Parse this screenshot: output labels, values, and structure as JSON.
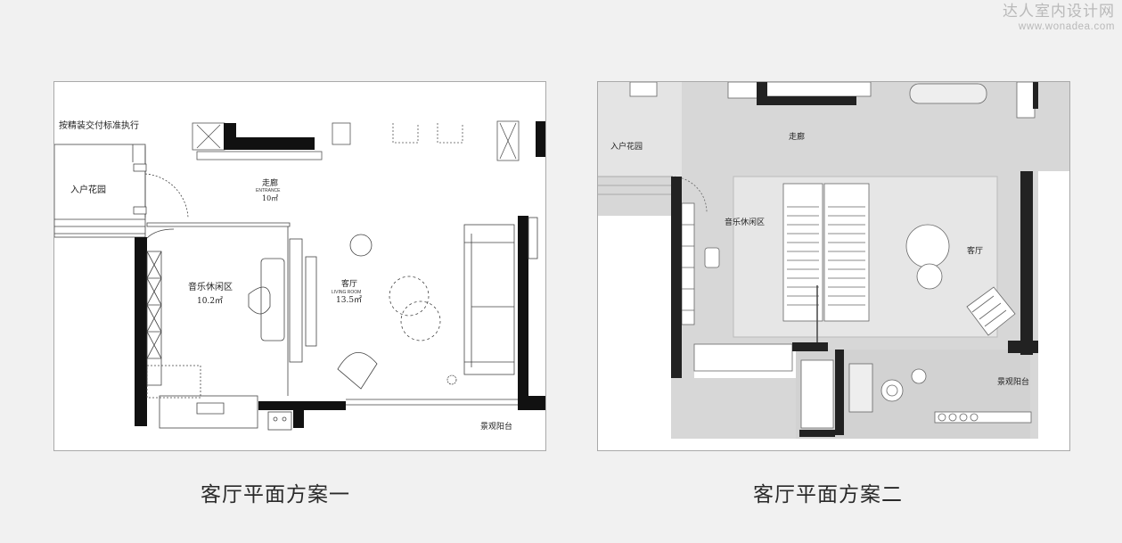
{
  "watermark": {
    "site_cn": "达人室内设计网",
    "site_url": "www.wonadea.com"
  },
  "plan1": {
    "caption": "客厅平面方案一",
    "labels": {
      "note": "按精装交付标准执行",
      "entry_garden": "入户花园",
      "corridor": "走廊",
      "corridor_en": "ENTRANCE",
      "corridor_area": "10㎡",
      "music": "音乐休闲区",
      "music_area": "10.2㎡",
      "living": "客厅",
      "living_en": "LIVING ROOM",
      "living_area": "13.5㎡",
      "balcony": "景观阳台"
    }
  },
  "plan2": {
    "caption": "客厅平面方案二",
    "labels": {
      "entry_garden": "入户花园",
      "corridor": "走廊",
      "music": "音乐休闲区",
      "living": "客厅",
      "balcony": "景观阳台"
    }
  }
}
